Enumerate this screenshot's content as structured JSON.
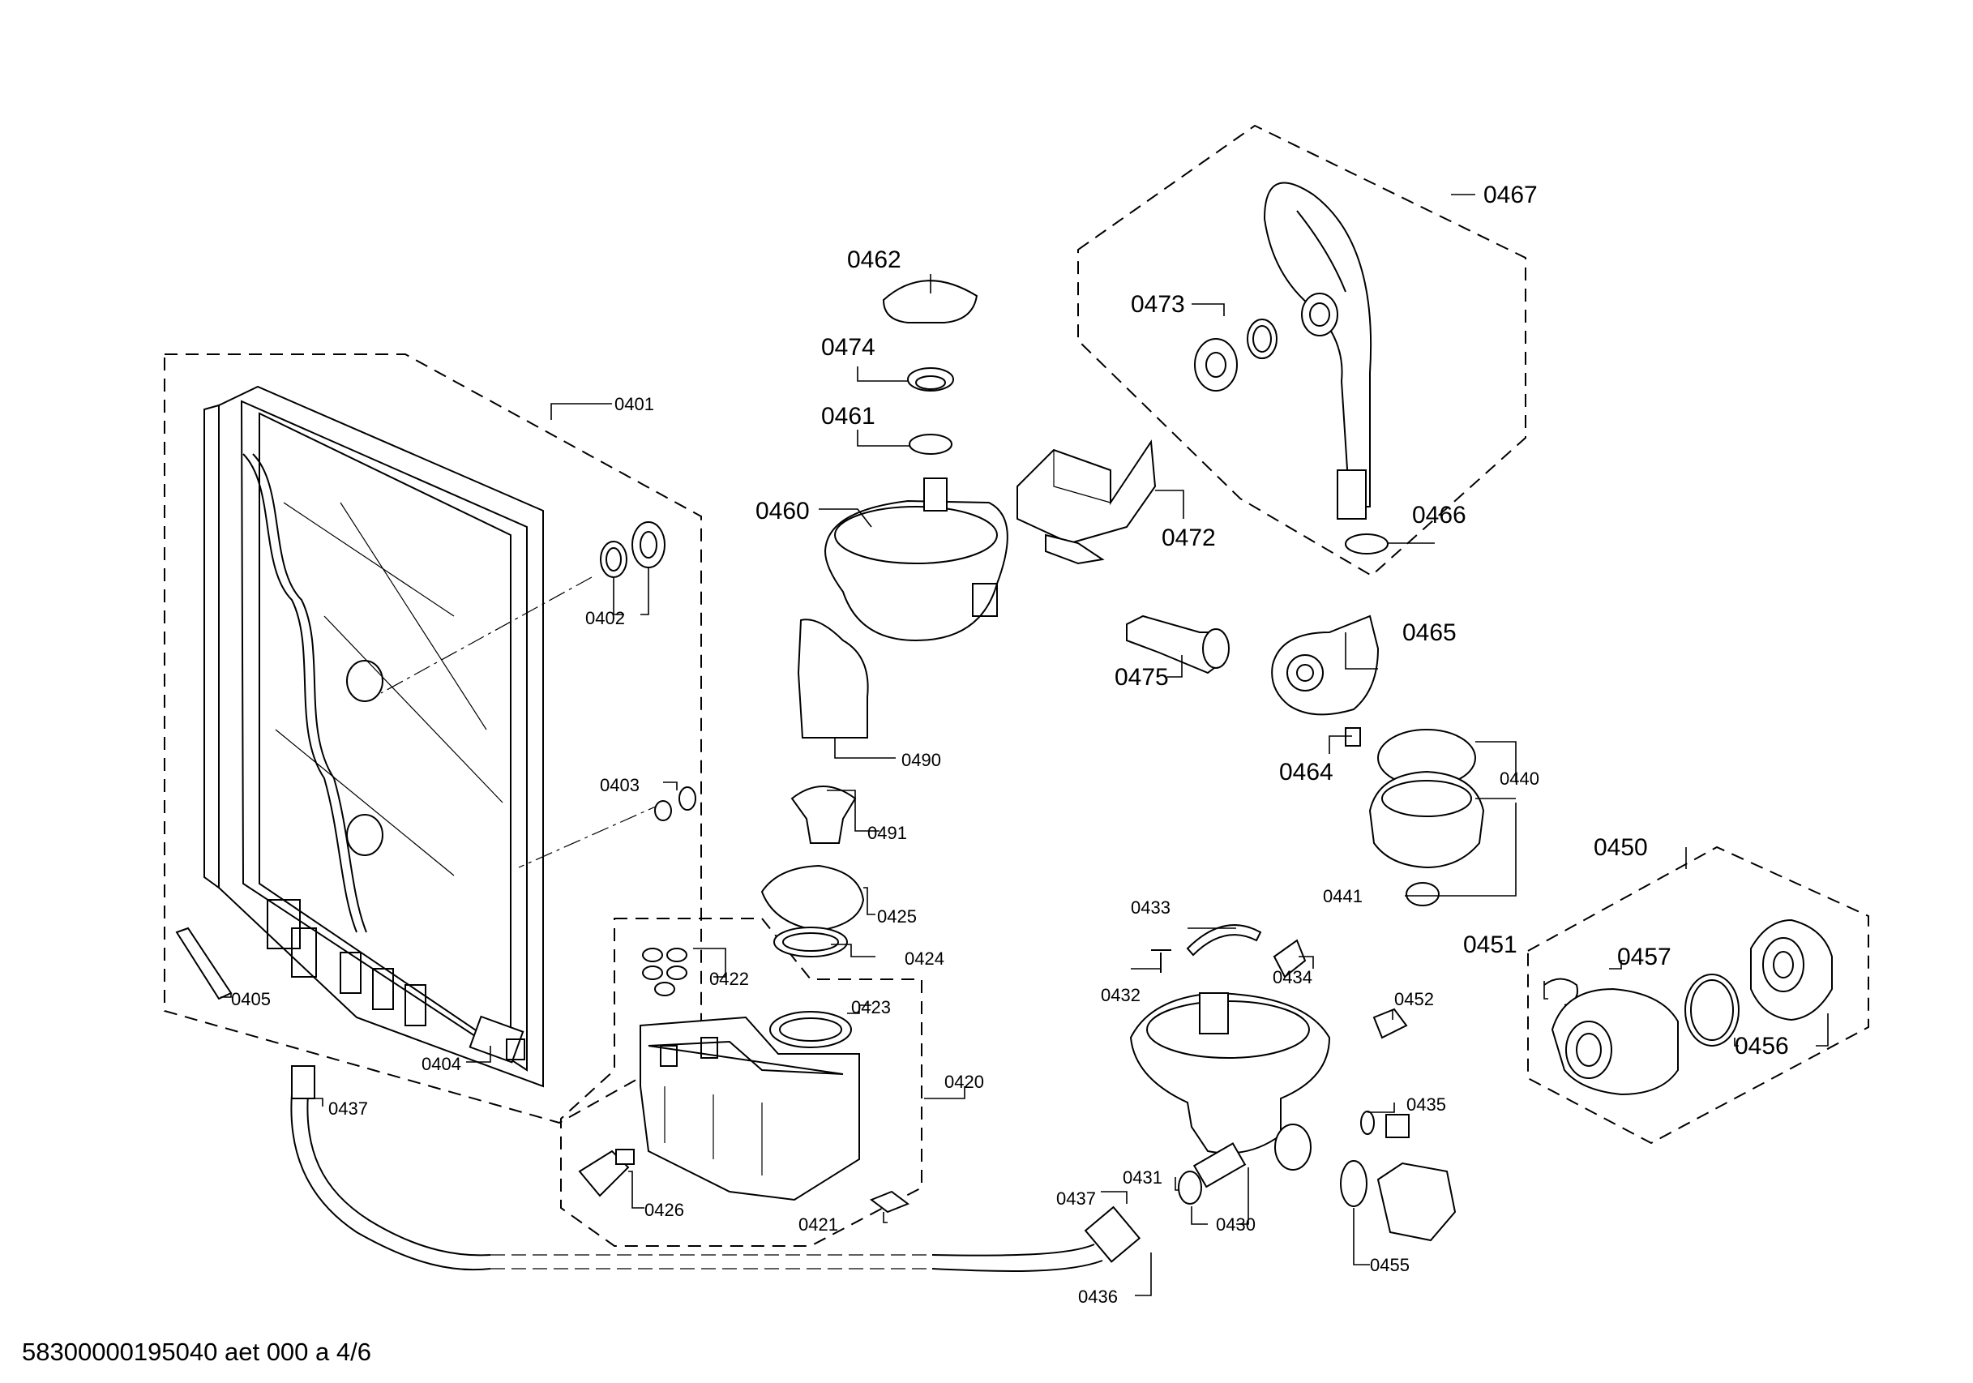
{
  "labels": {
    "p0401": "0401",
    "p0402": "0402",
    "p0403": "0403",
    "p0404": "0404",
    "p0405": "0405",
    "p0437a": "0437",
    "p0462": "0462",
    "p0474": "0474",
    "p0461": "0461",
    "p0460": "0460",
    "p0490": "0490",
    "p0491": "0491",
    "p0425": "0425",
    "p0424": "0424",
    "p0422": "0422",
    "p0423": "0423",
    "p0420": "0420",
    "p0426": "0426",
    "p0421": "0421",
    "p0467": "0467",
    "p0473": "0473",
    "p0472": "0472",
    "p0466": "0466",
    "p0475": "0475",
    "p0465": "0465",
    "p0464": "0464",
    "p0440": "0440",
    "p0441": "0441",
    "p0450": "0450",
    "p0451": "0451",
    "p0457": "0457",
    "p0456": "0456",
    "p0433": "0433",
    "p0432": "0432",
    "p0434": "0434",
    "p0452": "0452",
    "p0435": "0435",
    "p0431": "0431",
    "p0437b": "0437",
    "p0430": "0430",
    "p0455": "0455",
    "p0436": "0436"
  },
  "footer": "58300000195040 aet 000 a 4/6"
}
